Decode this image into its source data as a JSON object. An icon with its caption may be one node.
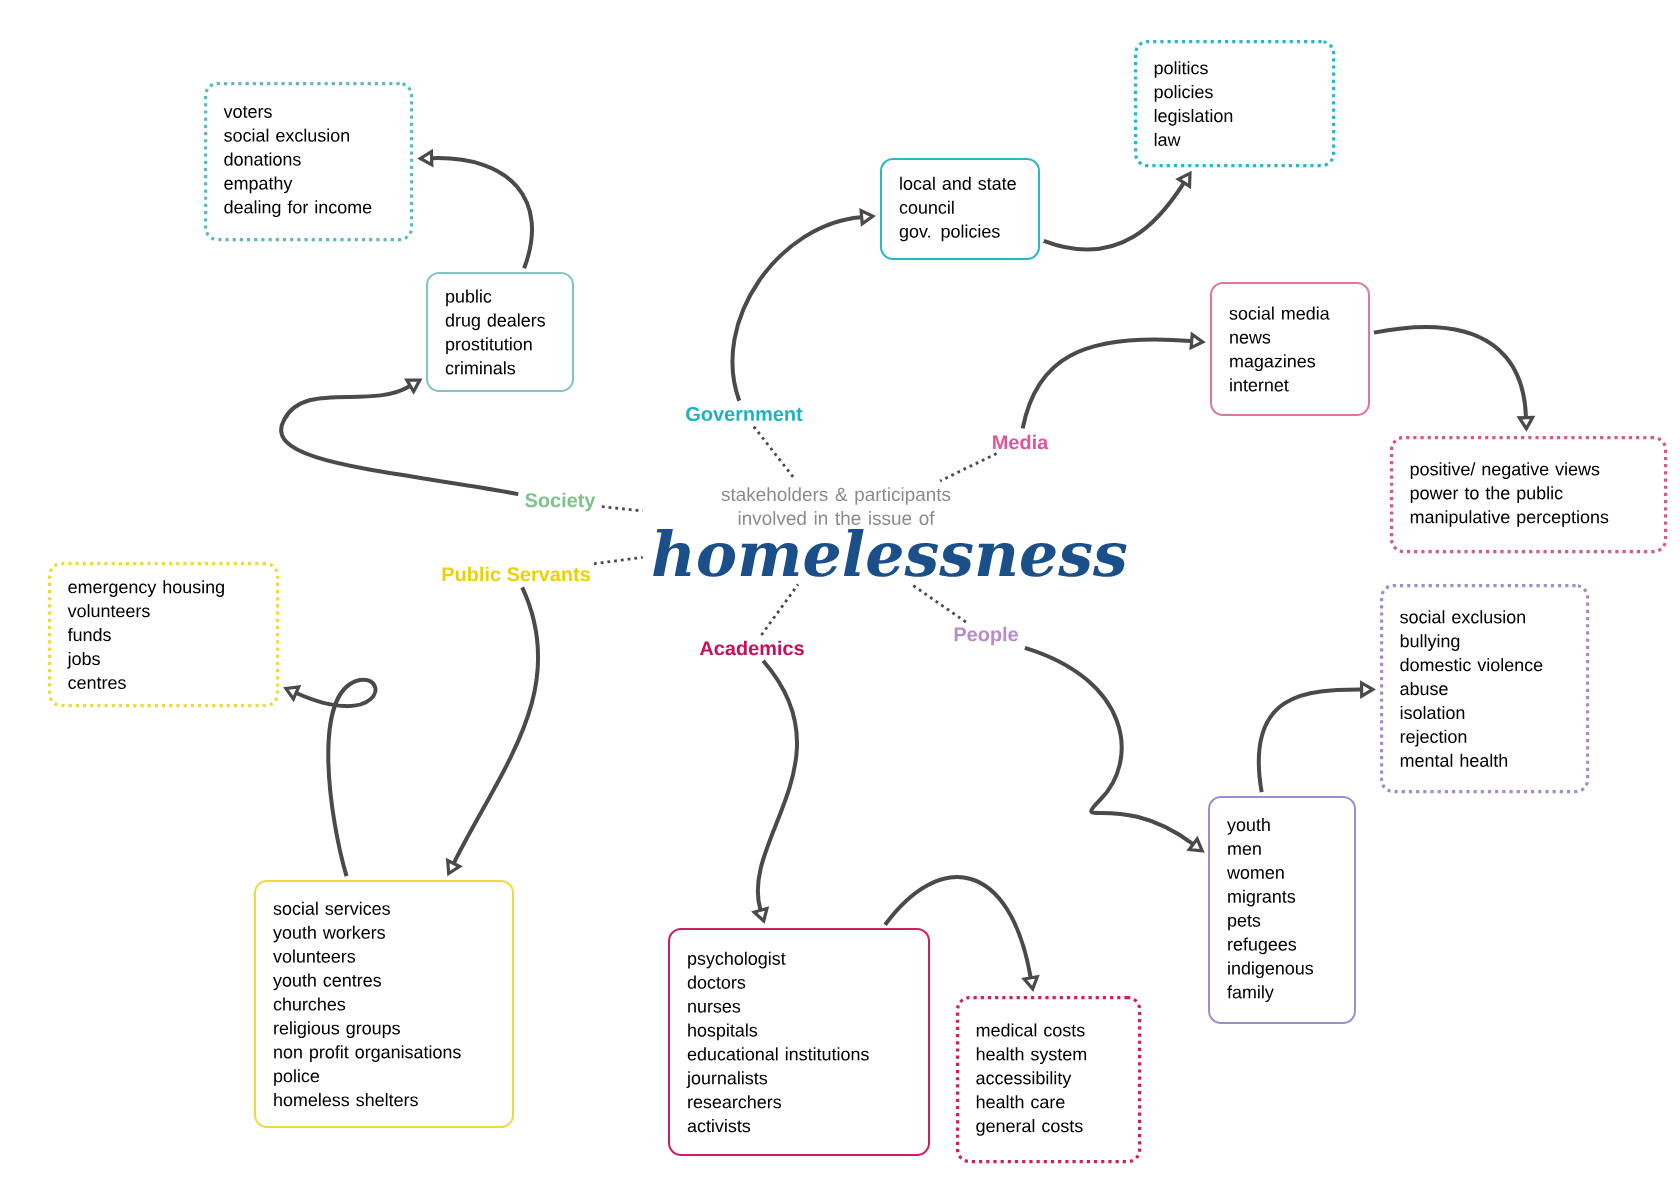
{
  "diagram": {
    "nodes": [
      {
        "text": [
          "stakeholders & participants involved in the issue of",
          "homelessness"
        ]
      },
      {
        "text": [
          "Government"
        ]
      },
      {
        "text": [
          "Media"
        ]
      },
      {
        "text": [
          "Society"
        ]
      },
      {
        "text": [
          "Public Servants"
        ]
      },
      {
        "text": [
          "Academics"
        ]
      },
      {
        "text": [
          "People"
        ]
      },
      {
        "text": [
          "local and state council",
          "gov. policies"
        ]
      },
      {
        "text": [
          "politics",
          "policies",
          "legislation",
          "law"
        ]
      },
      {
        "text": [
          "social media",
          "news",
          "magazines",
          "internet"
        ]
      },
      {
        "text": [
          "positive/ negative views",
          "power to the public",
          "manipulative perceptions"
        ]
      },
      {
        "text": [
          "public",
          "drug dealers",
          "prostitution",
          "criminals"
        ]
      },
      {
        "text": [
          "voters",
          "social exclusion",
          "donations",
          "empathy",
          "dealing for income"
        ]
      },
      {
        "text": [
          "social services",
          "youth workers",
          "volunteers",
          "youth centres",
          "churches",
          "religious groups",
          "non profit organisations",
          "police",
          "homeless shelters"
        ]
      },
      {
        "text": [
          "emergency housing",
          "volunteers",
          "funds",
          "jobs",
          "centres"
        ]
      },
      {
        "text": [
          "psychologist",
          "doctors",
          "nurses",
          "hospitals",
          "educational institutions",
          "journalists",
          "researchers",
          "activists"
        ]
      },
      {
        "text": [
          "medical costs",
          "health system",
          "accessibility",
          "health care",
          "general costs"
        ]
      },
      {
        "text": [
          "youth",
          "men",
          "women",
          "migrants",
          "pets",
          "refugees",
          "indigenous",
          "family"
        ]
      },
      {
        "text": [
          "social exclusion",
          "bullying",
          "domestic violence",
          "abuse",
          "isolation",
          "rejection",
          "mental health"
        ]
      }
    ],
    "edges": [
      {
        "from": 1,
        "to": 0,
        "arrow": "none",
        "style": "dashed"
      },
      {
        "from": 2,
        "to": 0,
        "arrow": "none",
        "style": "dashed"
      },
      {
        "from": 3,
        "to": 0,
        "arrow": "none",
        "style": "dashed"
      },
      {
        "from": 4,
        "to": 0,
        "arrow": "none",
        "style": "dashed"
      },
      {
        "from": 5,
        "to": 0,
        "arrow": "none",
        "style": "dashed"
      },
      {
        "from": 6,
        "to": 0,
        "arrow": "none",
        "style": "dashed"
      },
      {
        "from": 1,
        "to": 7,
        "arrow": "to"
      },
      {
        "from": 7,
        "to": 8,
        "arrow": "to"
      },
      {
        "from": 2,
        "to": 9,
        "arrow": "to"
      },
      {
        "from": 9,
        "to": 10,
        "arrow": "to"
      },
      {
        "from": 3,
        "to": 11,
        "arrow": "to"
      },
      {
        "from": 11,
        "to": 12,
        "arrow": "to"
      },
      {
        "from": 4,
        "to": 13,
        "arrow": "to"
      },
      {
        "from": 13,
        "to": 14,
        "arrow": "to"
      },
      {
        "from": 5,
        "to": 15,
        "arrow": "to"
      },
      {
        "from": 15,
        "to": 16,
        "arrow": "to"
      },
      {
        "from": 6,
        "to": 17,
        "arrow": "to"
      },
      {
        "from": 17,
        "to": 18,
        "arrow": "to"
      }
    ]
  }
}
